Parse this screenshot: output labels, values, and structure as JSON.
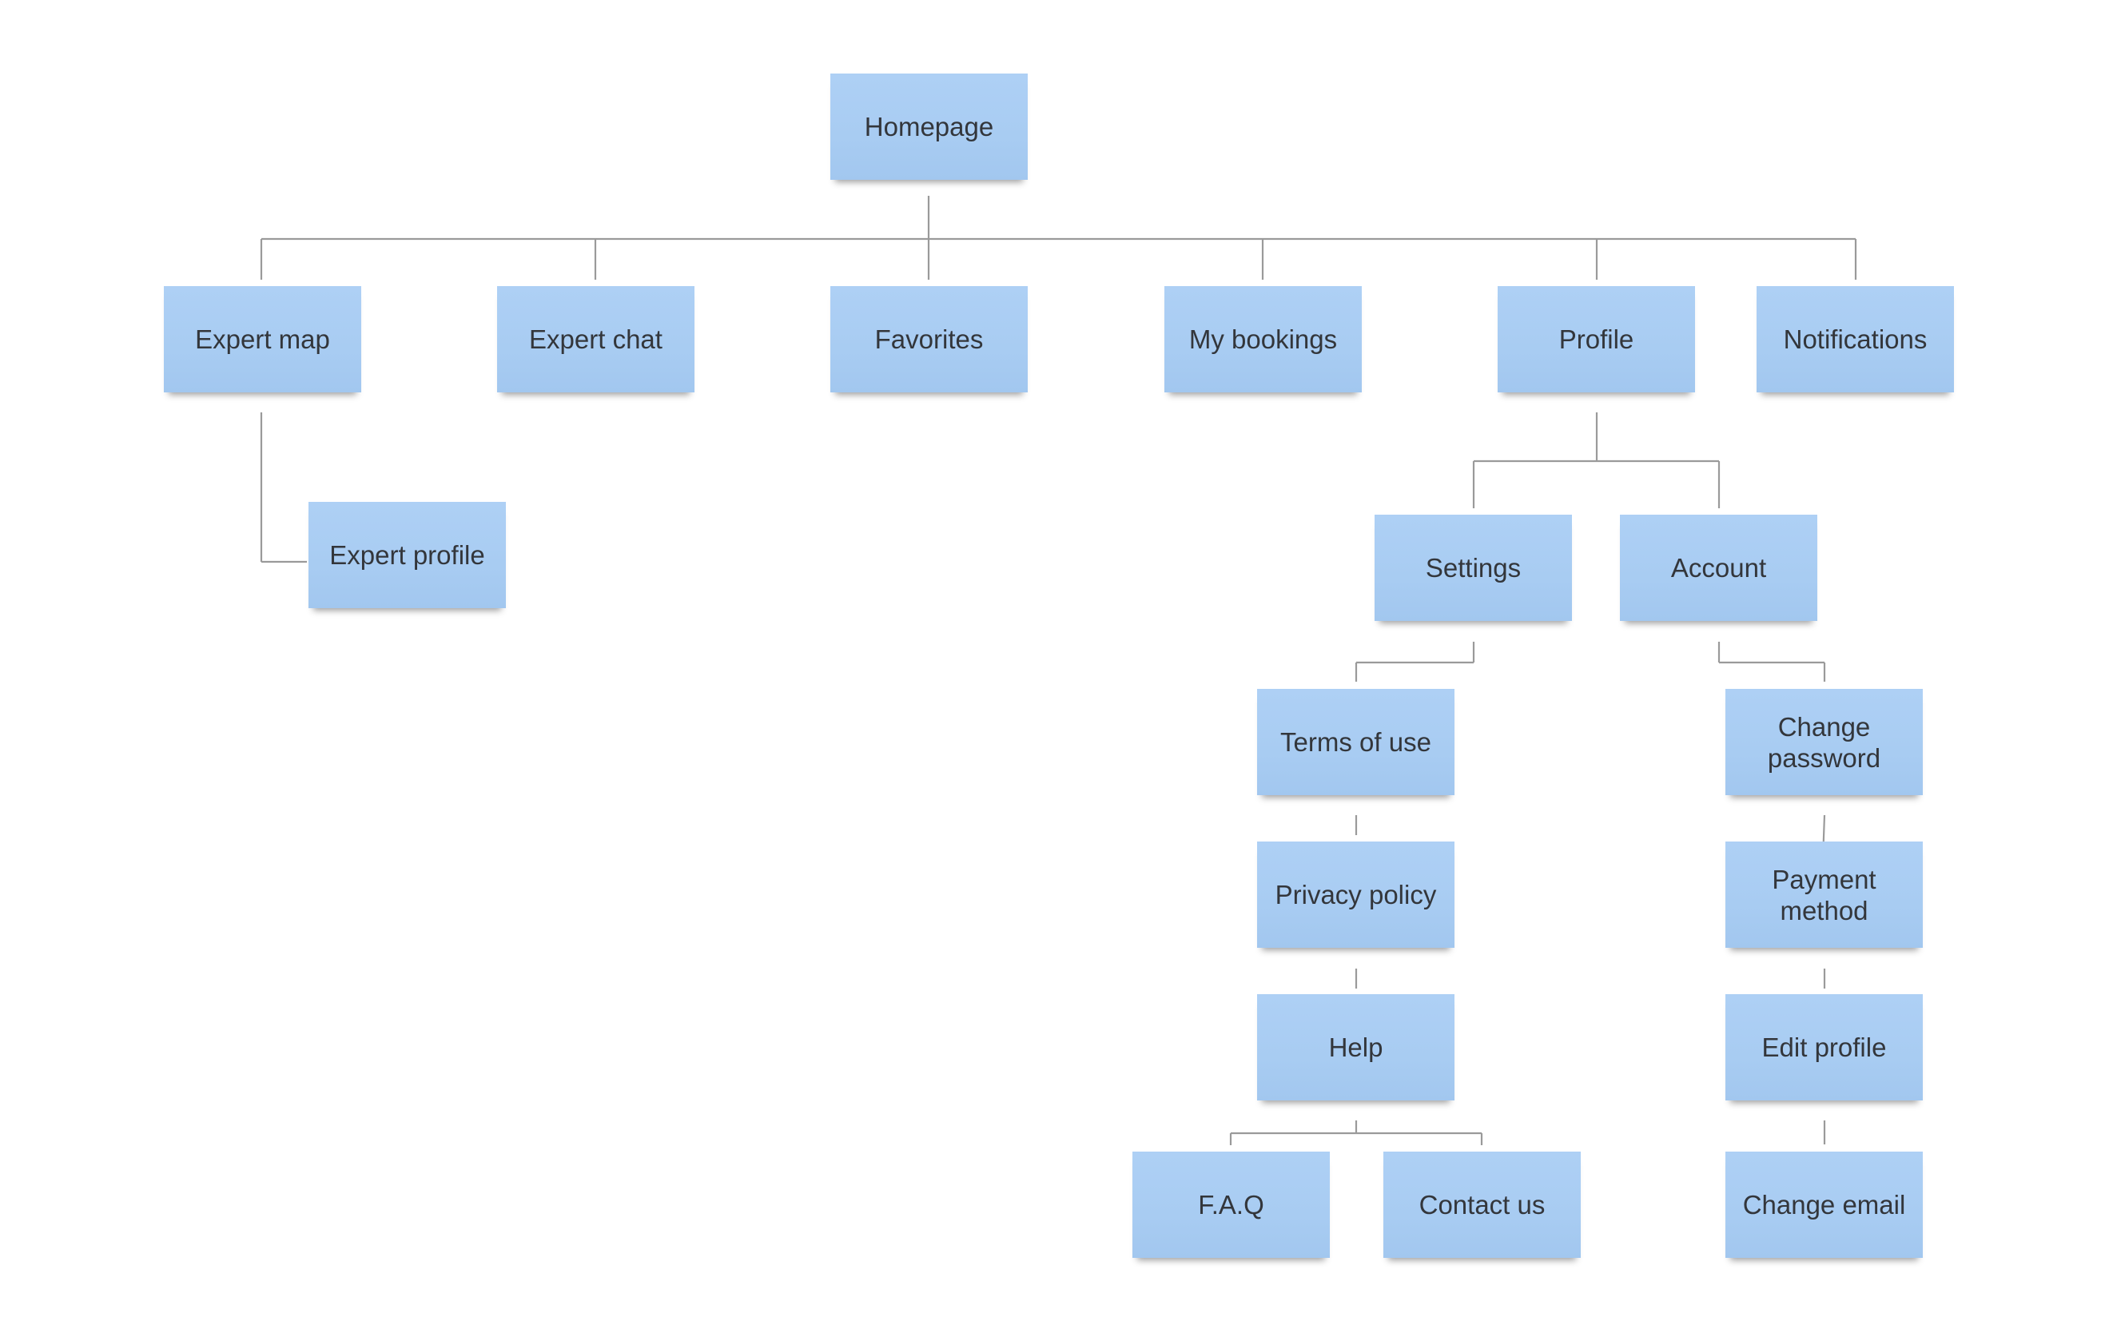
{
  "diagram": {
    "type": "sitemap",
    "nodes": {
      "homepage": "Homepage",
      "expert_map": "Expert map",
      "expert_chat": "Expert chat",
      "favorites": "Favorites",
      "my_bookings": "My bookings",
      "profile": "Profile",
      "notifications": "Notifications",
      "expert_profile": "Expert profile",
      "settings": "Settings",
      "account": "Account",
      "terms_of_use": "Terms of use",
      "privacy_policy": "Privacy policy",
      "help": "Help",
      "faq": "F.A.Q",
      "contact_us": "Contact us",
      "change_password": "Change password",
      "payment_method": "Payment method",
      "edit_profile": "Edit profile",
      "change_email": "Change email"
    },
    "edges": [
      [
        "homepage",
        "expert_map"
      ],
      [
        "homepage",
        "expert_chat"
      ],
      [
        "homepage",
        "favorites"
      ],
      [
        "homepage",
        "my_bookings"
      ],
      [
        "homepage",
        "profile"
      ],
      [
        "homepage",
        "notifications"
      ],
      [
        "expert_map",
        "expert_profile"
      ],
      [
        "profile",
        "settings"
      ],
      [
        "profile",
        "account"
      ],
      [
        "settings",
        "terms_of_use"
      ],
      [
        "terms_of_use",
        "privacy_policy"
      ],
      [
        "privacy_policy",
        "help"
      ],
      [
        "help",
        "faq"
      ],
      [
        "help",
        "contact_us"
      ],
      [
        "account",
        "change_password"
      ],
      [
        "change_password",
        "payment_method"
      ],
      [
        "payment_method",
        "edit_profile"
      ],
      [
        "edit_profile",
        "change_email"
      ]
    ],
    "colors": {
      "note_fill": "#a8ccf2",
      "note_text": "#33363b",
      "connector": "#9a9a9a",
      "background": "#ffffff"
    }
  }
}
